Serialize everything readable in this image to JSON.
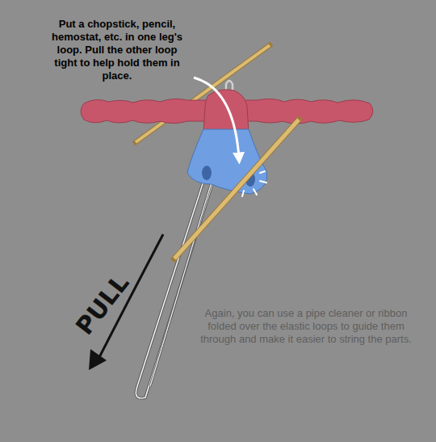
{
  "diagram": {
    "labels": [
      "Put a chopstick, pencil, hemostat, etc. in one leg's loop. Pull the other loop tight to help hold them in place.",
      "PULL",
      "Again, you can use a pipe cleaner or ribbon folded over the elastic loops to guide them through and make it easier to string the parts."
    ]
  }
}
